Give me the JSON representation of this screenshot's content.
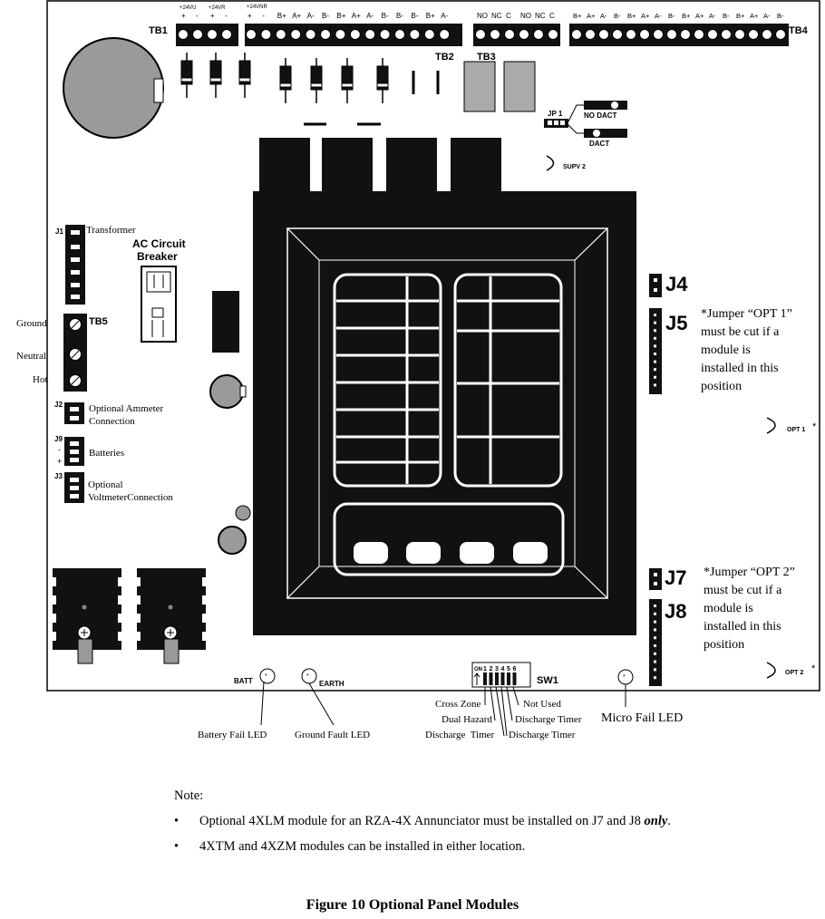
{
  "terminal_blocks": {
    "tb1": "TB1",
    "tb2": "TB2",
    "tb3": "TB3",
    "tb4": "TB4",
    "tb5": "TB5",
    "tb1_labels": [
      "+24VU",
      "+24VR"
    ],
    "tb1_pm": [
      "+",
      "-",
      "+",
      "-"
    ],
    "tb2_header": "+24VNR",
    "tb2_pins": [
      "+",
      "-",
      "B+",
      "A+",
      "A-",
      "B-",
      "B+",
      "A+",
      "A-",
      "B-",
      "B-",
      "B-",
      "B+",
      "A-"
    ],
    "tb3_pins": [
      "NO",
      "NC",
      "C",
      "NO",
      "NC",
      "C"
    ],
    "tb4_pins": [
      "B+",
      "A+",
      "A-",
      "B-",
      "B+",
      "A+",
      "A-",
      "B-",
      "B+",
      "A+",
      "A-",
      "B-",
      "B+",
      "A+",
      "A-",
      "B-"
    ]
  },
  "connectors": {
    "j1": "J1",
    "j2": "J2",
    "j3": "J3",
    "j4": "J4",
    "j5": "J5",
    "j7": "J7",
    "j8": "J8",
    "j9": "J9",
    "jp1": "JP 1",
    "transformer": "Transformer",
    "ac_breaker": "AC Circuit Breaker",
    "ground": "Ground",
    "neutral": "Neutral",
    "hot": "Hot",
    "ammeter": "Optional Ammeter Connection",
    "batteries": "Batteries",
    "batt_minus": "-",
    "batt_plus": "+",
    "voltmeter": "Optional VoltmeterConnection",
    "no_dact": "NO DACT",
    "dact": "DACT",
    "supv2": "SUPV 2",
    "opt1": "OPT 1",
    "opt2": "OPT 2",
    "star": "*",
    "jumper1_note": "*Jumper “OPT 1” must be cut if a module is installed in this position",
    "jumper2_note": "*Jumper “OPT 2” must be cut if a module is installed in this position"
  },
  "bottom": {
    "batt": "BATT",
    "earth": "EARTH",
    "sw1": "SW1",
    "on": "ON",
    "switch_numbers": [
      "1",
      "2",
      "3",
      "4",
      "5",
      "6"
    ],
    "battery_fail_led": "Battery Fail LED",
    "ground_fault_led": "Ground Fault LED",
    "micro_fail_led": "Micro Fail LED",
    "cross_zone": "Cross Zone",
    "dual_hazard": "Dual Hazard",
    "discharge_timer_left": "Discharge  Timer",
    "not_used": "Not Used",
    "discharge_timer_r1": "Discharge Timer",
    "discharge_timer_r2": "Discharge Timer"
  },
  "note": {
    "heading": "Note:",
    "line1_a": "Optional 4XLM module for an RZA-4X Annunciator must be installed on J7 and J8 ",
    "line1_b": "only",
    "line1_c": ".",
    "line2": "4XTM and 4XZM modules can be installed in either location.",
    "bullet": "•"
  },
  "caption": "Figure 10  Optional Panel Modules"
}
